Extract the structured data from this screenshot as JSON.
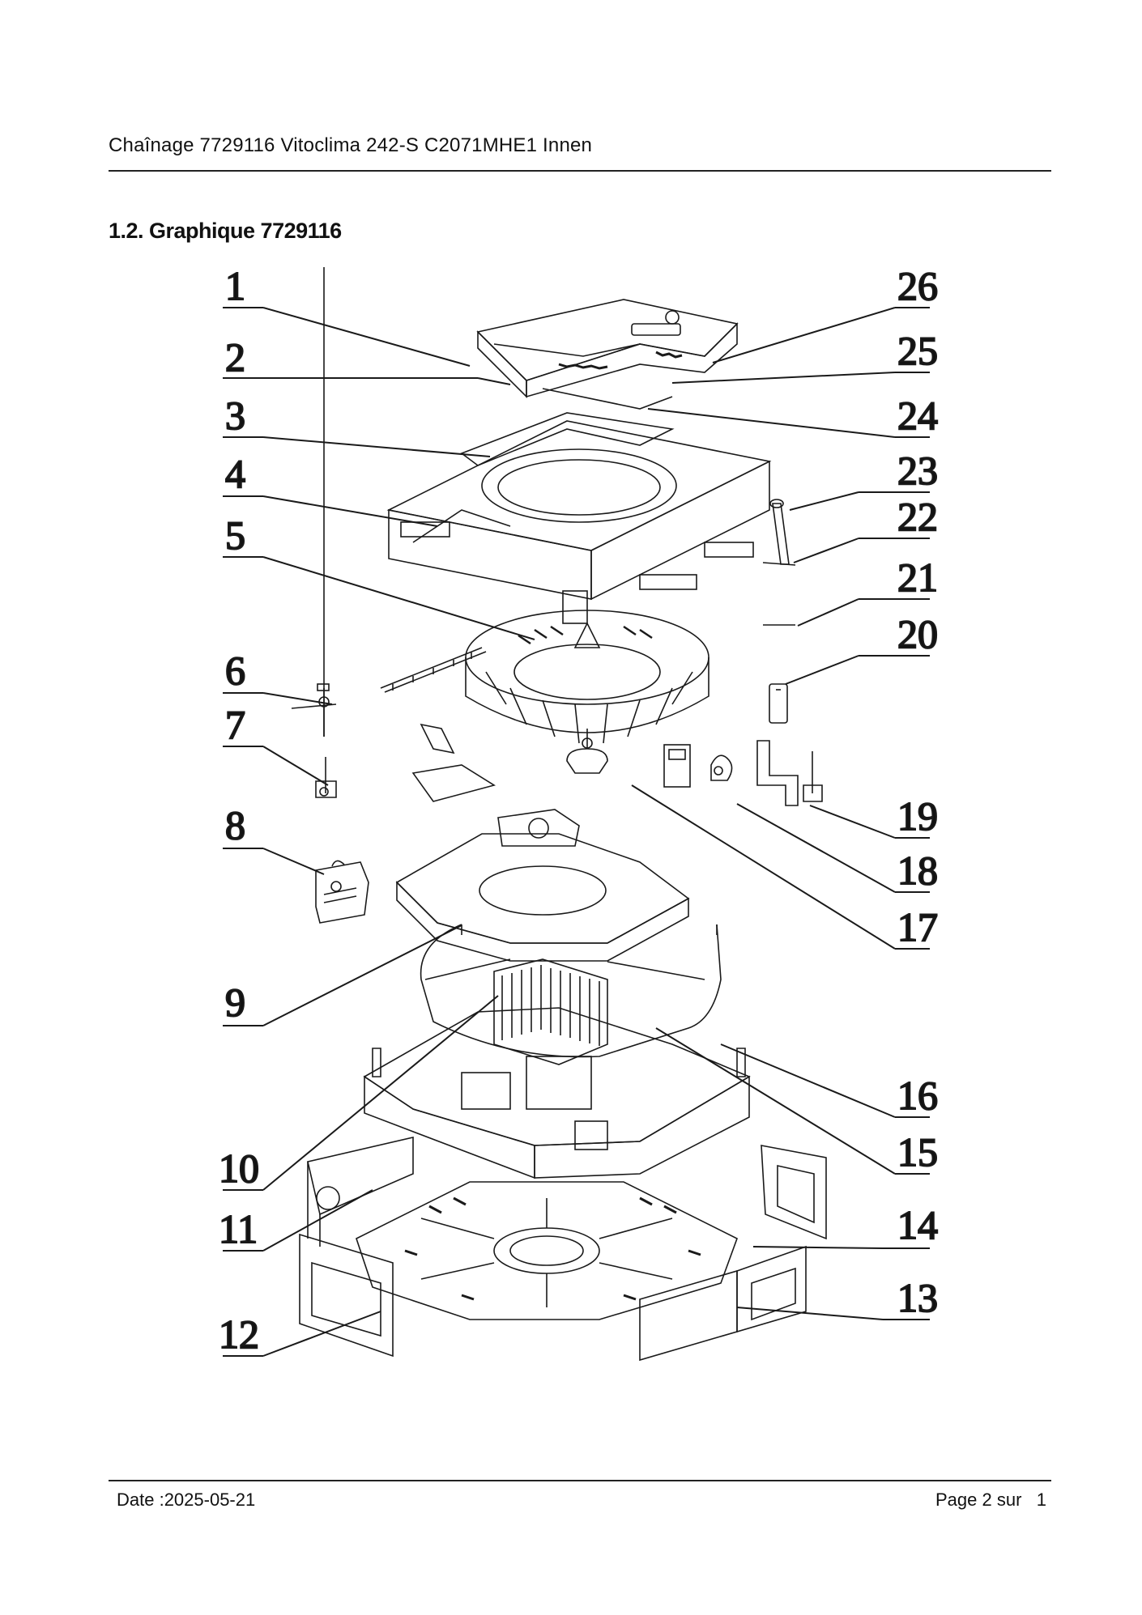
{
  "header": {
    "title": "Chaînage 7729116 Vitoclima 242-S C2071MHE1 Innen"
  },
  "section": {
    "title": "1.2. Graphique 7729116"
  },
  "diagram": {
    "left_labels": [
      "1",
      "2",
      "3",
      "4",
      "5",
      "6",
      "7",
      "8",
      "9",
      "10",
      "11",
      "12"
    ],
    "right_labels": [
      "26",
      "25",
      "24",
      "23",
      "22",
      "21",
      "20",
      "19",
      "18",
      "17",
      "16",
      "15",
      "14",
      "13"
    ]
  },
  "footer": {
    "date": "Date :2025-05-21",
    "page_prefix": "Page 2 sur",
    "page_total": "1"
  }
}
